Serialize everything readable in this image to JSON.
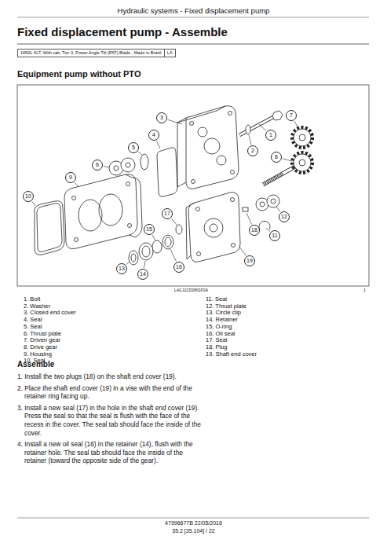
{
  "diagram": {
    "title": "Fixed displacement pump - Assemble",
    "nodes": [
      {
        "text": [
          "1650L XLT, With cab, Tier 3, Power Angle Tilt (PAT) Blade , Made in Brazil"
        ]
      },
      {
        "text": [
          "LA"
        ]
      },
      {
        "text": [
          "1"
        ]
      },
      {
        "text": [
          "2"
        ]
      },
      {
        "text": [
          "3"
        ]
      },
      {
        "text": [
          "4"
        ]
      },
      {
        "text": [
          "5"
        ]
      },
      {
        "text": [
          "6"
        ]
      },
      {
        "text": [
          "7"
        ]
      },
      {
        "text": [
          "8"
        ]
      },
      {
        "text": [
          "9"
        ]
      },
      {
        "text": [
          "10"
        ]
      },
      {
        "text": [
          "11"
        ]
      },
      {
        "text": [
          "12"
        ]
      },
      {
        "text": [
          "13"
        ]
      },
      {
        "text": [
          "14"
        ]
      },
      {
        "text": [
          "15"
        ]
      },
      {
        "text": [
          "16"
        ]
      },
      {
        "text": [
          "17"
        ]
      },
      {
        "text": [
          "18"
        ]
      },
      {
        "text": [
          "19"
        ]
      }
    ],
    "labels": [
      "Hydraulic systems - Fixed displacement pump",
      "Equipment pump without PTO",
      "LAIL11CD0801F0A",
      "1",
      "1. Bolt",
      "2. Washer",
      "3. Closed end cover",
      "4. Seal",
      "5. Seal",
      "6. Thrust plate",
      "7. Driven gear",
      "8. Drive gear",
      "9. Housing",
      "10. Seal",
      "11. Seal",
      "12. Thrust plate",
      "13. Circle clip",
      "14. Retainer",
      "15. O-ring",
      "16. Oil seal",
      "17. Seal",
      "18. Plug",
      "19. Shaft end cover",
      "Assemble",
      "1. Install the two plugs (18) on the shaft end cover (19).",
      "2. Place the shaft end cover (19) in a vise with the end of the retainer ring facing up.",
      "3. Install a new seal (17) in the hole in the shaft end cover (19). Press the seal so that the seal is flush with the face of the recess in the cover. The seal tab should face the inside of the cover.",
      "4. Install a new oil seal (16) in the retainer (14), flush with the retainer hole. The seal tab should face the inside of the retainer (toward the opposite side of the gear).",
      "47996677B 22/05/2016",
      "35.2 [35.104] / 22"
    ]
  }
}
